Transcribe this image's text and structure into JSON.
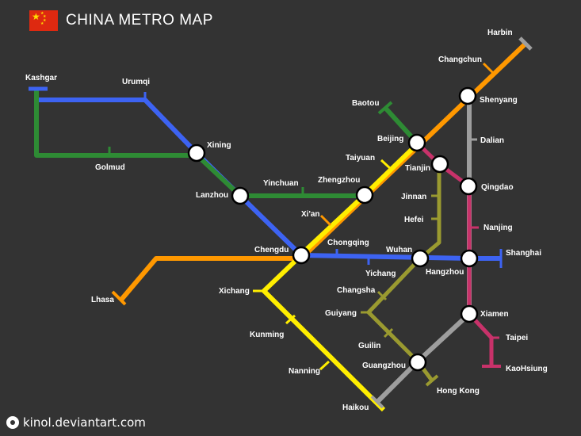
{
  "header": {
    "title": "CHINA METRO MAP",
    "flag_icon": "china-flag-icon"
  },
  "credit": {
    "text": "kinol.deviantart.com",
    "icon": "deviantart-logo-icon"
  },
  "colors": {
    "background": "#333333",
    "blue": "#3d63f2",
    "green": "#2e8b34",
    "orange": "#ff9800",
    "yellow": "#ffee00",
    "olive": "#9a9a30",
    "gray": "#9e9e9e",
    "magenta": "#c8326a"
  },
  "lines": [
    {
      "color": "blue",
      "stations": [
        "Kashgar",
        "Urumqi",
        "Xining",
        "Lanzhou",
        "Chengdu",
        "Chongqing",
        "Yichang",
        "Wuhan",
        "Hangzhou",
        "Shanghai"
      ]
    },
    {
      "color": "green",
      "stations": [
        "Kashgar",
        "Golmud",
        "Xining",
        "Lanzhou",
        "Yinchuan",
        "Zhengzhou"
      ]
    },
    {
      "color": "green",
      "stations": [
        "Baotou",
        "Beijing"
      ]
    },
    {
      "color": "orange",
      "stations": [
        "Lhasa",
        "Chengdu",
        "Xi'an",
        "Zhengzhou",
        "Beijing",
        "Shenyang",
        "Changchun",
        "Harbin"
      ]
    },
    {
      "color": "yellow",
      "stations": [
        "Xi'an",
        "Zhengzhou",
        "Taiyuan",
        "Beijing"
      ]
    },
    {
      "color": "yellow",
      "stations": [
        "Chengdu",
        "Xichang",
        "Kunming",
        "Nanning",
        "Haikou"
      ]
    },
    {
      "color": "olive",
      "stations": [
        "Tianjin",
        "Jinnan",
        "Hefei",
        "Wuhan",
        "Changsha",
        "Guiyang",
        "Guilin",
        "Guangzhou",
        "Hong Kong"
      ]
    },
    {
      "color": "gray",
      "stations": [
        "Shenyang",
        "Dalian",
        "Qingdao",
        "Nanjing",
        "Hangzhou",
        "Xiamen",
        "Guangzhou",
        "Haikou"
      ]
    },
    {
      "color": "magenta",
      "stations": [
        "Beijing",
        "Tianjin",
        "Qingdao",
        "Nanjing",
        "Hangzhou",
        "Xiamen",
        "Taipei",
        "KaoHsiung"
      ]
    }
  ],
  "stations": {
    "interchanges": [
      "Xining",
      "Lanzhou",
      "Zhengzhou",
      "Beijing",
      "Tianjin",
      "Shenyang",
      "Qingdao",
      "Chengdu",
      "Wuhan",
      "Hangzhou",
      "Xiamen",
      "Guangzhou"
    ],
    "labels": [
      {
        "id": "kashgar",
        "name": "Kashgar"
      },
      {
        "id": "urumqi",
        "name": "Urumqi"
      },
      {
        "id": "golmud",
        "name": "Golmud"
      },
      {
        "id": "xining",
        "name": "Xining"
      },
      {
        "id": "lanzhou",
        "name": "Lanzhou"
      },
      {
        "id": "yinchuan",
        "name": "Yinchuan"
      },
      {
        "id": "zhengzhou",
        "name": "Zhengzhou"
      },
      {
        "id": "xian",
        "name": "Xi'an"
      },
      {
        "id": "baotou",
        "name": "Baotou"
      },
      {
        "id": "beijing",
        "name": "Beijing"
      },
      {
        "id": "taiyuan",
        "name": "Taiyuan"
      },
      {
        "id": "tianjin",
        "name": "Tianjin"
      },
      {
        "id": "harbin",
        "name": "Harbin"
      },
      {
        "id": "changchun",
        "name": "Changchun"
      },
      {
        "id": "shenyang",
        "name": "Shenyang"
      },
      {
        "id": "dalian",
        "name": "Dalian"
      },
      {
        "id": "qingdao",
        "name": "Qingdao"
      },
      {
        "id": "nanjing",
        "name": "Nanjing"
      },
      {
        "id": "jinnan",
        "name": "Jinnan"
      },
      {
        "id": "hefei",
        "name": "Hefei"
      },
      {
        "id": "chengdu",
        "name": "Chengdu"
      },
      {
        "id": "chongqing",
        "name": "Chongqing"
      },
      {
        "id": "wuhan",
        "name": "Wuhan"
      },
      {
        "id": "yichang",
        "name": "Yichang"
      },
      {
        "id": "hangzhou",
        "name": "Hangzhou"
      },
      {
        "id": "shanghai",
        "name": "Shanghai"
      },
      {
        "id": "lhasa",
        "name": "Lhasa"
      },
      {
        "id": "xichang",
        "name": "Xichang"
      },
      {
        "id": "changsha",
        "name": "Changsha"
      },
      {
        "id": "guiyang",
        "name": "Guiyang"
      },
      {
        "id": "xiamen",
        "name": "Xiamen"
      },
      {
        "id": "taipei",
        "name": "Taipei"
      },
      {
        "id": "kunming",
        "name": "Kunming"
      },
      {
        "id": "guilin",
        "name": "Guilin"
      },
      {
        "id": "nanning",
        "name": "Nanning"
      },
      {
        "id": "guangzhou",
        "name": "Guangzhou"
      },
      {
        "id": "kaohsiung",
        "name": "KaoHsiung"
      },
      {
        "id": "hongkong",
        "name": "Hong Kong"
      },
      {
        "id": "haikou",
        "name": "Haikou"
      }
    ]
  }
}
